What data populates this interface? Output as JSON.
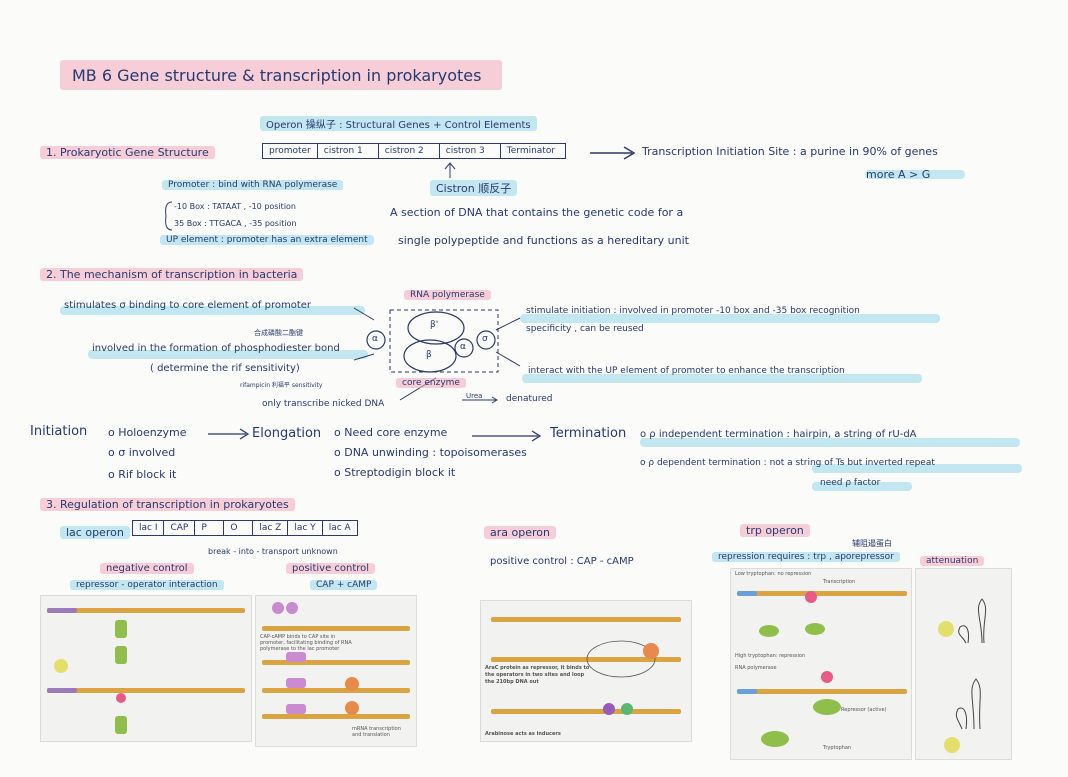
{
  "title": "MB 6   Gene structure & transcription in prokaryotes",
  "colors": {
    "ink": "#2b3a66",
    "pink_highlight": "#f4aabe",
    "blue_highlight": "#96d7eb"
  },
  "s1": {
    "heading": "1.  Prokaryotic Gene Structure",
    "operon_label": "Operon 操纵子 :  Structural Genes + Control Elements",
    "operon_boxes": [
      "promoter",
      "cistron 1",
      "cistron 2",
      "cistron 3",
      "Terminator"
    ],
    "transcription_site": "Transcription  Initiation Site :  a purine in 90% of genes",
    "more": "more A > G",
    "promoter_label": "Promoter : bind with RNA polymerase",
    "box10": "-10 Box : TATAAT , -10 position",
    "box35": "35 Box : TTGACA , -35 position",
    "up_element": "UP element : promoter has an extra element",
    "cistron": "Cistron 顺反子",
    "cistron_def1": "A section of DNA that contains the genetic code for a",
    "cistron_def2": "single polypeptide and functions as a hereditary unit"
  },
  "s2": {
    "heading": "2.  The mechanism of transcription in bacteria",
    "stimulates": "stimulates σ binding to core element of promoter",
    "rna_pol": "RNA polymerase",
    "involved_phospho": "involved in the formation of phosphodiester bond",
    "determine_rif": "( determine the rif sensitivity)",
    "note_cn1": "合成磷酸二酯键",
    "note_cn2": "rifampicin 利福平 sensitivity",
    "nicked": "only transcribe nicked DNA",
    "core_enzyme": "core enzyme",
    "urea": "Urea",
    "denatured": "denatured",
    "stim_init1": "stimulate initiation : involved in promoter -10 box and -35 box recognition",
    "stim_init2": "specificity , can be reused",
    "interact": "interact with the UP element of promoter to enhance the transcription",
    "subunits": {
      "beta_prime": "β'",
      "beta": "β",
      "alpha1": "α",
      "alpha2": "α",
      "sigma": "σ"
    },
    "initiation": "Initiation",
    "init_items": [
      "o Holoenzyme",
      "o σ involved",
      "o Rif block it"
    ],
    "elongation": "Elongation",
    "elong_items": [
      "o Need core enzyme",
      "o DNA unwinding : topoisomerases",
      "o Streptodigin block it"
    ],
    "termination": "Termination",
    "term_items": [
      "o ρ independent termination :  hairpin, a string of rU-dA",
      "o ρ dependent  termination :  not a string of Ts but inverted repeat"
    ],
    "need_rho": "need ρ factor"
  },
  "s3": {
    "heading": "3.  Regulation of transcription in prokaryotes",
    "lac_label": "lac operon",
    "lac_boxes": [
      "lac I",
      "CAP",
      "P",
      "O",
      "lac Z",
      "lac Y",
      "lac A"
    ],
    "lac_notes": "break - into - transport  unknown",
    "neg_ctrl": "negative control",
    "neg_sub": "repressor - operator interaction",
    "pos_ctrl": "positive control",
    "pos_sub": "CAP + cAMP",
    "ara_label": "ara operon",
    "ara_pos": "positive control : CAP - cAMP",
    "trp_label": "trp operon",
    "trp_cn": "辅阻遏蛋白",
    "trp_rep": "repression requires : trp , aporepressor",
    "attenuation": "attenuation",
    "fig_ara_text1": "AraC protein as repressor, it binds to",
    "fig_ara_text2": "the operators in two sites and loop",
    "fig_ara_text3": "the 210bp DNA out",
    "fig_ara_text4": "Arabinose acts as inducers",
    "fig_pos_text1": "CAP-cAMP binds to CAP site in",
    "fig_pos_text2": "promoter, facilitating binding of RNA",
    "fig_pos_text3": "polymerase to the lac promoter",
    "fig_pos_text4": "mRNA transcription",
    "fig_pos_text5": "and translation",
    "fig_trp_text1": "Low tryptophan: no repression",
    "fig_trp_text2": "High tryptophan: repression",
    "fig_trp_text3": "RNA polymerase",
    "fig_trp_text4": "Repressor (active)",
    "fig_trp_text5": "Tryptophan",
    "fig_trp_text6": "Transcription"
  }
}
